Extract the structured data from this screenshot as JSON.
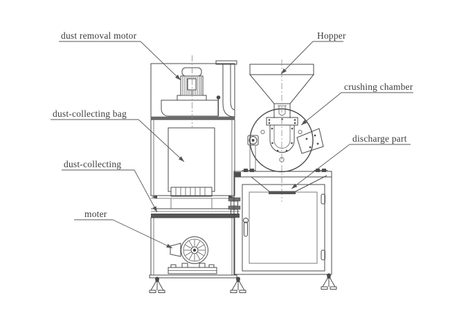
{
  "diagram": {
    "title": "pulverizer machine line drawing",
    "background": "#ffffff",
    "colors": {
      "line": "#4a4a4a",
      "dark_fill": "#4f4f4f",
      "text": "#3d3d3d",
      "leader": "#555555"
    },
    "labels": [
      {
        "id": "dust-removal-motor",
        "text": "dust removal motor"
      },
      {
        "id": "dust-collecting-bag",
        "text": "dust-collecting bag"
      },
      {
        "id": "dust-collecting",
        "text": "dust-collecting"
      },
      {
        "id": "moter",
        "text": "moter"
      },
      {
        "id": "hopper",
        "text": "Hopper"
      },
      {
        "id": "crushing-chamber",
        "text": "crushing chamber"
      },
      {
        "id": "discharge-part",
        "text": "discharge part"
      }
    ]
  }
}
